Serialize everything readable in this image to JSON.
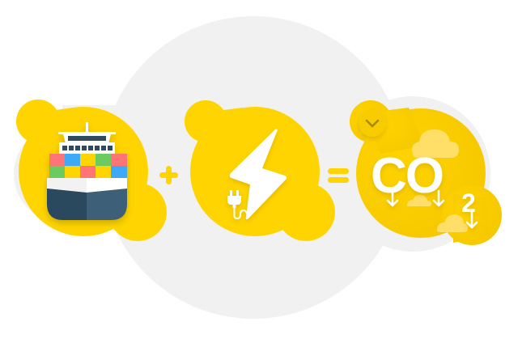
{
  "illustration": {
    "title": "Ship + Electricity = CO2 reduction",
    "operators": {
      "plus": "+",
      "equals": "="
    },
    "panels": [
      {
        "id": "ship",
        "icon": "cargo-ship-icon",
        "label": "Container ship"
      },
      {
        "id": "electricity",
        "icon": "lightning-plug-icon",
        "label": "Electric power"
      },
      {
        "id": "co2",
        "icon": "co2-reduction-icon",
        "label": "CO2 reduction"
      }
    ],
    "co2": {
      "main": "CO",
      "subscript": "2"
    },
    "badge": {
      "icon": "chevron-down-icon"
    }
  },
  "colors": {
    "background": "#FFFFFF",
    "backdrop": "#F1F1F1",
    "yellow": "#FFD400",
    "yellow_shade": "#F2C400",
    "chevron": "#A68A00",
    "cloud": "#FFE27A",
    "white": "#FFFFFF",
    "hull_dark": "#2C4A5E",
    "hull_light": "#3C6078",
    "hull_top": "#EDEDED",
    "window": "#2F4B60",
    "container_red": "#FF7474",
    "container_blue": "#3FA9F5",
    "container_yellow": "#FFD400",
    "container_green": "#6CCB5F"
  }
}
